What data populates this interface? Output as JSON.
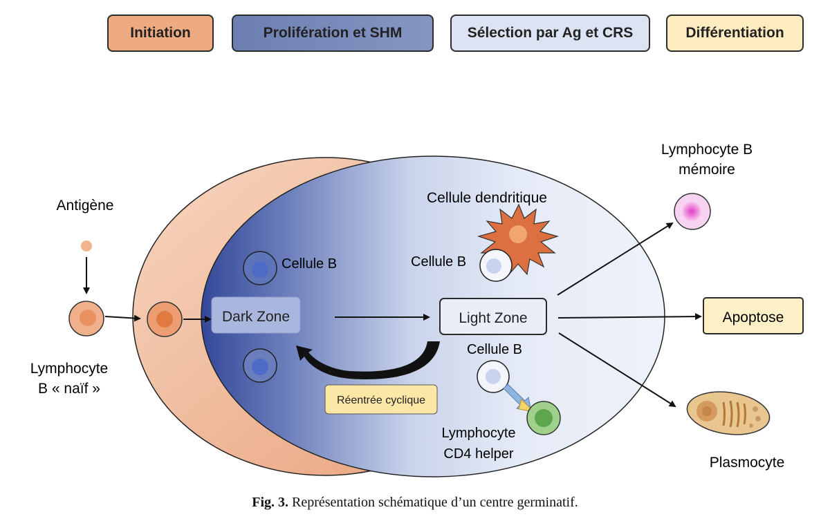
{
  "phases": {
    "initiation": "Initiation",
    "proliferation": "Prolifération et SHM",
    "selection": "Sélection par Ag et CRS",
    "differentiation": "Différentiation"
  },
  "labels": {
    "antigen": "Antigène",
    "naive_line1": "Lymphocyte",
    "naive_line2": "B « naïf »",
    "b_cell_dark": "Cellule B",
    "b_cell_light": "Cellule B",
    "b_cell_lower": "Cellule B",
    "dendritic": "Cellule dendritique",
    "dark_zone": "Dark Zone",
    "light_zone": "Light Zone",
    "reentry": "Réentrée cyclique",
    "cd4_line1": "Lymphocyte",
    "cd4_line2": "CD4 helper",
    "memory_line1": "Lymphocyte B",
    "memory_line2": "mémoire",
    "apoptosis": "Apoptose",
    "plasma": "Plasmocyte"
  },
  "caption": {
    "fig_label": "Fig. 3.",
    "text": " Représentation schématique d’un centre germinatif."
  },
  "colors": {
    "orange": "#eeaa80",
    "dark_blue": "#3a4e9a",
    "light_blue": "#e6ecf7",
    "yellow": "#fcecbf",
    "magenta": "#e050c8",
    "green": "#7cc070"
  }
}
